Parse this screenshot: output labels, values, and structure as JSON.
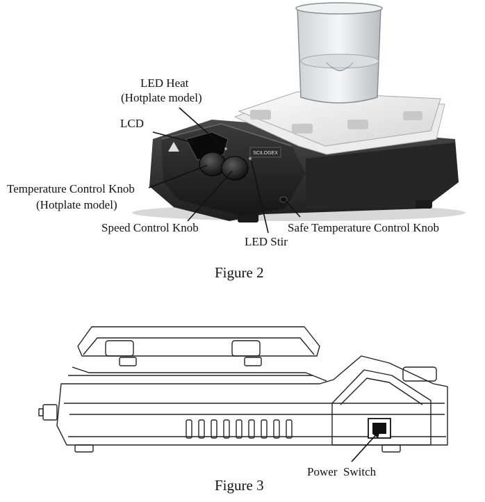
{
  "figure2": {
    "caption": "Figure 2",
    "labels": {
      "led_heat": "LED Heat",
      "led_heat_sub": "(Hotplate model)",
      "lcd": "LCD",
      "temp_knob": "Temperature Control Knob",
      "temp_knob_sub": "(Hotplate model)",
      "speed_knob": "Speed Control Knob",
      "led_stir": "LED Stir",
      "safe_temp_knob": "Safe Temperature Control Knob"
    },
    "brand": {
      "logo_text": "SCILOGEX"
    }
  },
  "figure3": {
    "caption": "Figure 3",
    "labels": {
      "power_switch": "Power  Switch"
    }
  }
}
